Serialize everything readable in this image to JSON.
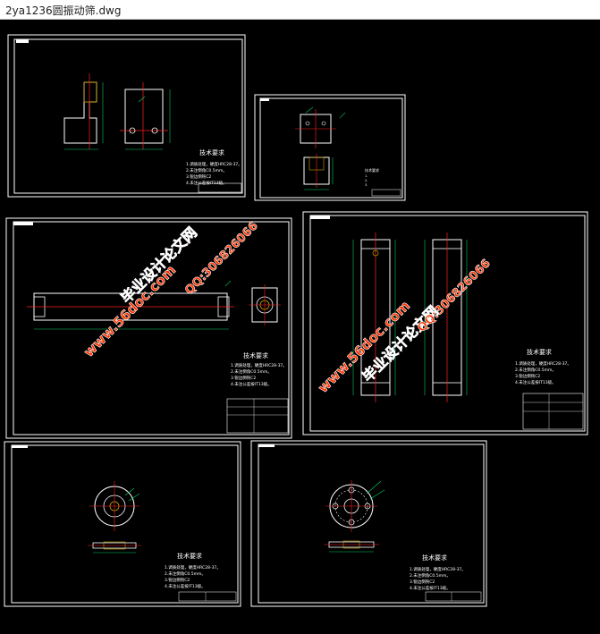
{
  "window": {
    "title": "2ya1236圆振动筛.dwg"
  },
  "sheets": [
    {
      "id": "sheet1",
      "tech_title": "技术要求",
      "notes": [
        "1.调质处理，硬度HRC28-37。",
        "2.未注倒角C0.5mm。",
        "3.锐边倒钝C2",
        "4.未注公差按IT13级。"
      ]
    },
    {
      "id": "sheet2",
      "tech_title": "技术要求",
      "notes": [
        "1.",
        "2.",
        "3."
      ]
    },
    {
      "id": "sheet3",
      "tech_title": "技术要求",
      "notes": [
        "1.调质处理，硬度HRC28-37。",
        "2.未注倒角C0.5mm。",
        "3.锐边倒钝C2",
        "4.未注公差按IT13级。"
      ]
    },
    {
      "id": "sheet4",
      "tech_title": "技术要求",
      "notes": [
        "1.调质处理，硬度HRC28-37。",
        "2.未注倒角C0.5mm。",
        "3.锐边倒钝C2",
        "4.未注公差按IT13级。"
      ]
    },
    {
      "id": "sheet5",
      "tech_title": "技术要求",
      "notes": [
        "1.调质处理，硬度HRC28-37。",
        "2.未注倒角C0.5mm。",
        "3.锐边倒钝C2",
        "4.未注公差按IT13级。"
      ]
    },
    {
      "id": "sheet6",
      "tech_title": "技术要求",
      "notes": [
        "1.调质处理，硬度HRC28-37。",
        "2.未注倒角C0.5mm。",
        "3.锐边倒钝C2",
        "4.未注公差按IT13级。"
      ]
    }
  ],
  "watermarks": {
    "site": "www.56doc.com",
    "name": "毕业设计论文网",
    "qq": "QQ:306826066"
  },
  "colors": {
    "background": "#000000",
    "border": "#ffffff",
    "outline": "#00ff00",
    "center": "#ff2020",
    "dim": "#00cc66",
    "watermark": "#ff3300",
    "hatch": "#c8a000"
  }
}
